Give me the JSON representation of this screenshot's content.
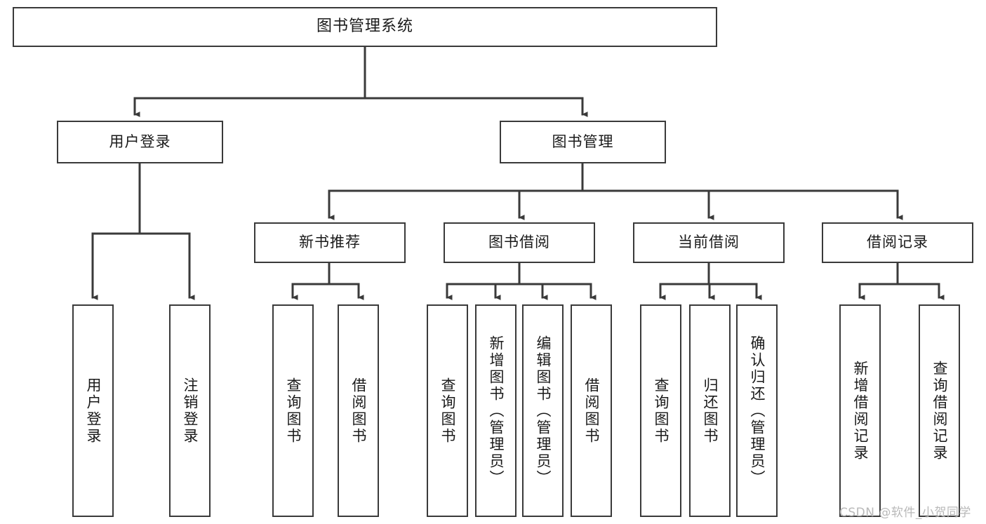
{
  "diagram": {
    "title": "图书管理系统",
    "type": "tree",
    "theme": {
      "background": "#ffffff",
      "node_border": "#3a3a3a",
      "node_fill": "#ffffff",
      "edge_color": "#3a3a3a",
      "text_color": "#1a1a1a",
      "watermark_color": "#b9b9b9"
    },
    "root": {
      "label": "图书管理系统"
    },
    "level2": [
      {
        "label": "用户登录"
      },
      {
        "label": "图书管理"
      }
    ],
    "level3": [
      {
        "label": "新书推荐"
      },
      {
        "label": "图书借阅"
      },
      {
        "label": "当前借阅"
      },
      {
        "label": "借阅记录"
      }
    ],
    "leaves": {
      "user_login": [
        {
          "label": "用户登录"
        },
        {
          "label": "注销登录"
        }
      ],
      "new_book": [
        {
          "label": "查询图书"
        },
        {
          "label": "借阅图书"
        }
      ],
      "book_borrow": [
        {
          "label": "查询图书"
        },
        {
          "label": "新增图书（管理员）"
        },
        {
          "label": "编辑图书（管理员）"
        },
        {
          "label": "借阅图书"
        }
      ],
      "current_borrow": [
        {
          "label": "查询图书"
        },
        {
          "label": "归还图书"
        },
        {
          "label": "确认归还（管理员）"
        }
      ],
      "borrow_record": [
        {
          "label": "新增借阅记录"
        },
        {
          "label": "查询借阅记录"
        }
      ]
    }
  },
  "watermark": {
    "text": "CSDN @软件_小贺同学"
  }
}
